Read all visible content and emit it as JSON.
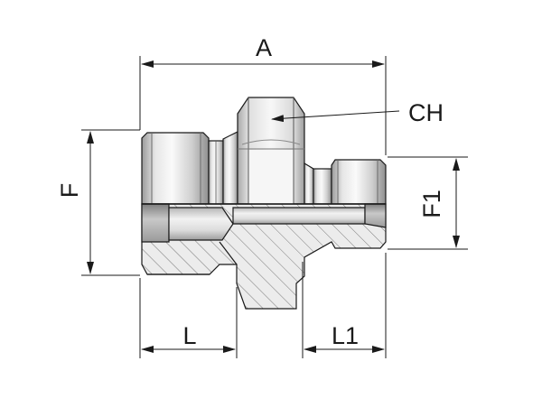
{
  "labels": {
    "a": "A",
    "ch": "CH",
    "f": "F",
    "f1": "F1",
    "l": "L",
    "l1": "L1"
  },
  "colors": {
    "line": "#1a1a1a",
    "metal_light": "#f4f4f4",
    "metal_mid": "#c9c9c9",
    "metal_dark": "#8c8c8c",
    "section_fill": "#e9e9e9",
    "hatch": "#7a7a7a"
  }
}
